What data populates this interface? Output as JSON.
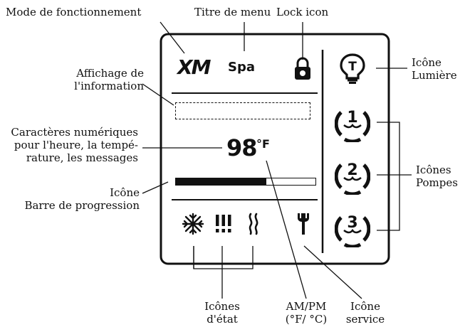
{
  "labels": {
    "mode": "Mode de fonctionnement",
    "menu_title": "Titre de menu",
    "lock_icon": "Lock icon",
    "info_display": [
      "Affichage de",
      "l'information"
    ],
    "numeric": [
      "Caractères numériques",
      "pour l'heure, la tempé-",
      "rature, les messages"
    ],
    "progress": [
      "Icône",
      "Barre de progression"
    ],
    "status_icons": [
      "Icônes",
      "d'état"
    ],
    "ampm": [
      "AM/PM",
      "(°F/ °C)"
    ],
    "service_icon": [
      "Icône",
      "service"
    ],
    "light_icon": [
      "Icône",
      "Lumière"
    ],
    "pump_icons": [
      "Icônes",
      "Pompes"
    ]
  },
  "screen": {
    "logo": "XM",
    "menu": "Spa",
    "temperature": "98",
    "unit": "°F",
    "progress_fraction": 0.65,
    "pumps": [
      "1",
      "2",
      "3"
    ],
    "light_letter": "T"
  },
  "icons": [
    "lock-icon",
    "light-icon",
    "pump-1-icon",
    "pump-2-icon",
    "pump-3-icon",
    "snowflake-icon",
    "filter-icon",
    "heater-icon",
    "service-wrench-icon"
  ]
}
